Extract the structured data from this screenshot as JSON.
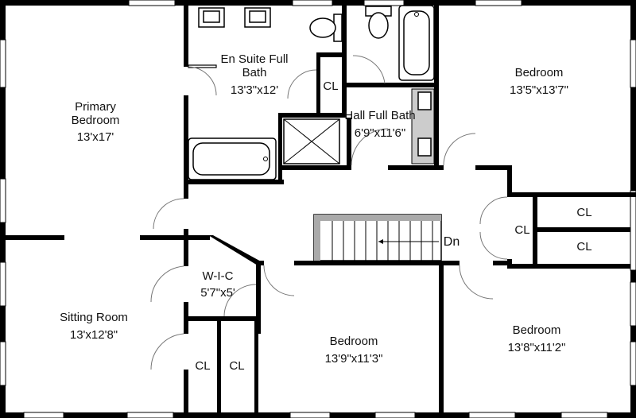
{
  "rooms": {
    "primary_bedroom": {
      "name_line1": "Primary",
      "name_line2": "Bedroom",
      "dims": "13'x17'"
    },
    "en_suite": {
      "name_line1": "En Suite Full",
      "name_line2": "Bath",
      "dims": "13'3\"x12'"
    },
    "hall_bath": {
      "name": "Hall Full Bath",
      "dims": "6'9\"x11'6\""
    },
    "bedroom_ne": {
      "name": "Bedroom",
      "dims": "13'5\"x13'7\""
    },
    "sitting_room": {
      "name": "Sitting Room",
      "dims": "13'x12'8\""
    },
    "wic": {
      "name": "W-I-C",
      "dims": "5'7\"x5'"
    },
    "bedroom_center": {
      "name": "Bedroom",
      "dims": "13'9\"x11'3\""
    },
    "bedroom_se": {
      "name": "Bedroom",
      "dims": "13'8\"x11'2\""
    }
  },
  "closets": {
    "en_suite_cl": "CL",
    "hall_cl": "CL",
    "right_cl_upper": "CL",
    "right_cl_lower": "CL",
    "bottom_cl_left": "CL",
    "bottom_cl_right": "CL"
  },
  "stairs": {
    "label": "Dn"
  }
}
